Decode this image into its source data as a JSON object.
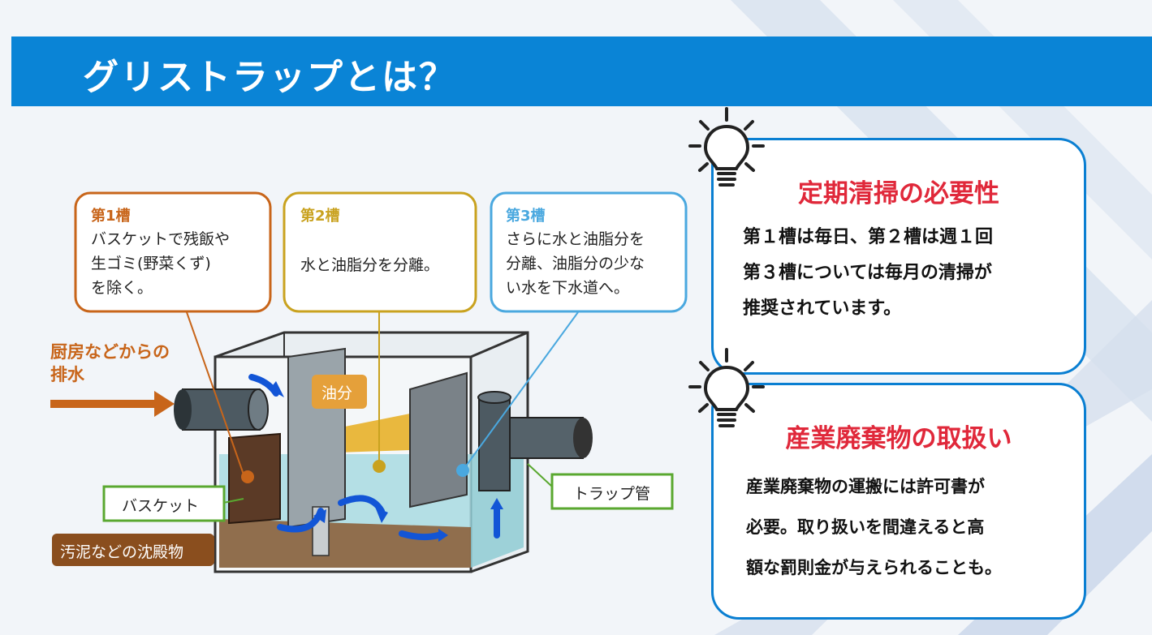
{
  "banner": {
    "title": "グリストラップとは？"
  },
  "diagram": {
    "tank1": {
      "heading": "第1槽",
      "lines": [
        "バスケットで残飯や",
        "生ゴミ(野菜くず)",
        "を除く。"
      ]
    },
    "tank2": {
      "heading": "第2槽",
      "lines": [
        "水と油脂分を分離。"
      ]
    },
    "tank3": {
      "heading": "第3槽",
      "lines": [
        "さらに水と油脂分を",
        "分離、油脂分の少な",
        "い水を下水道へ。"
      ]
    },
    "inflow_lines": [
      "厨房などからの",
      "排水"
    ],
    "oil_label": "油分",
    "basket_label": "バスケット",
    "sludge_label": "汚泥などの沈殿物",
    "trap_label": "トラップ管"
  },
  "cards": [
    {
      "title": "定期清掃の必要性",
      "lines": [
        "第１槽は毎日、第２槽は週１回",
        "第３槽については毎月の清掃が",
        "推奨されています。"
      ]
    },
    {
      "title": "産業廃棄物の取扱い",
      "lines": [
        "産業廃棄物の運搬には許可書が",
        "必要。取り扱いを間違えると高",
        "額な罰則金が与えられることも。"
      ]
    }
  ],
  "colors": {
    "banner": "#0a84d6",
    "card_border": "#0a7fd2",
    "card_title": "#e0283a",
    "tank1": "#c8651a",
    "tank2": "#c9a21f",
    "tank3": "#4aa8df",
    "label_green": "#5aa830",
    "sludge": "#8a4e1e",
    "arrow_blue": "#1255d6"
  }
}
